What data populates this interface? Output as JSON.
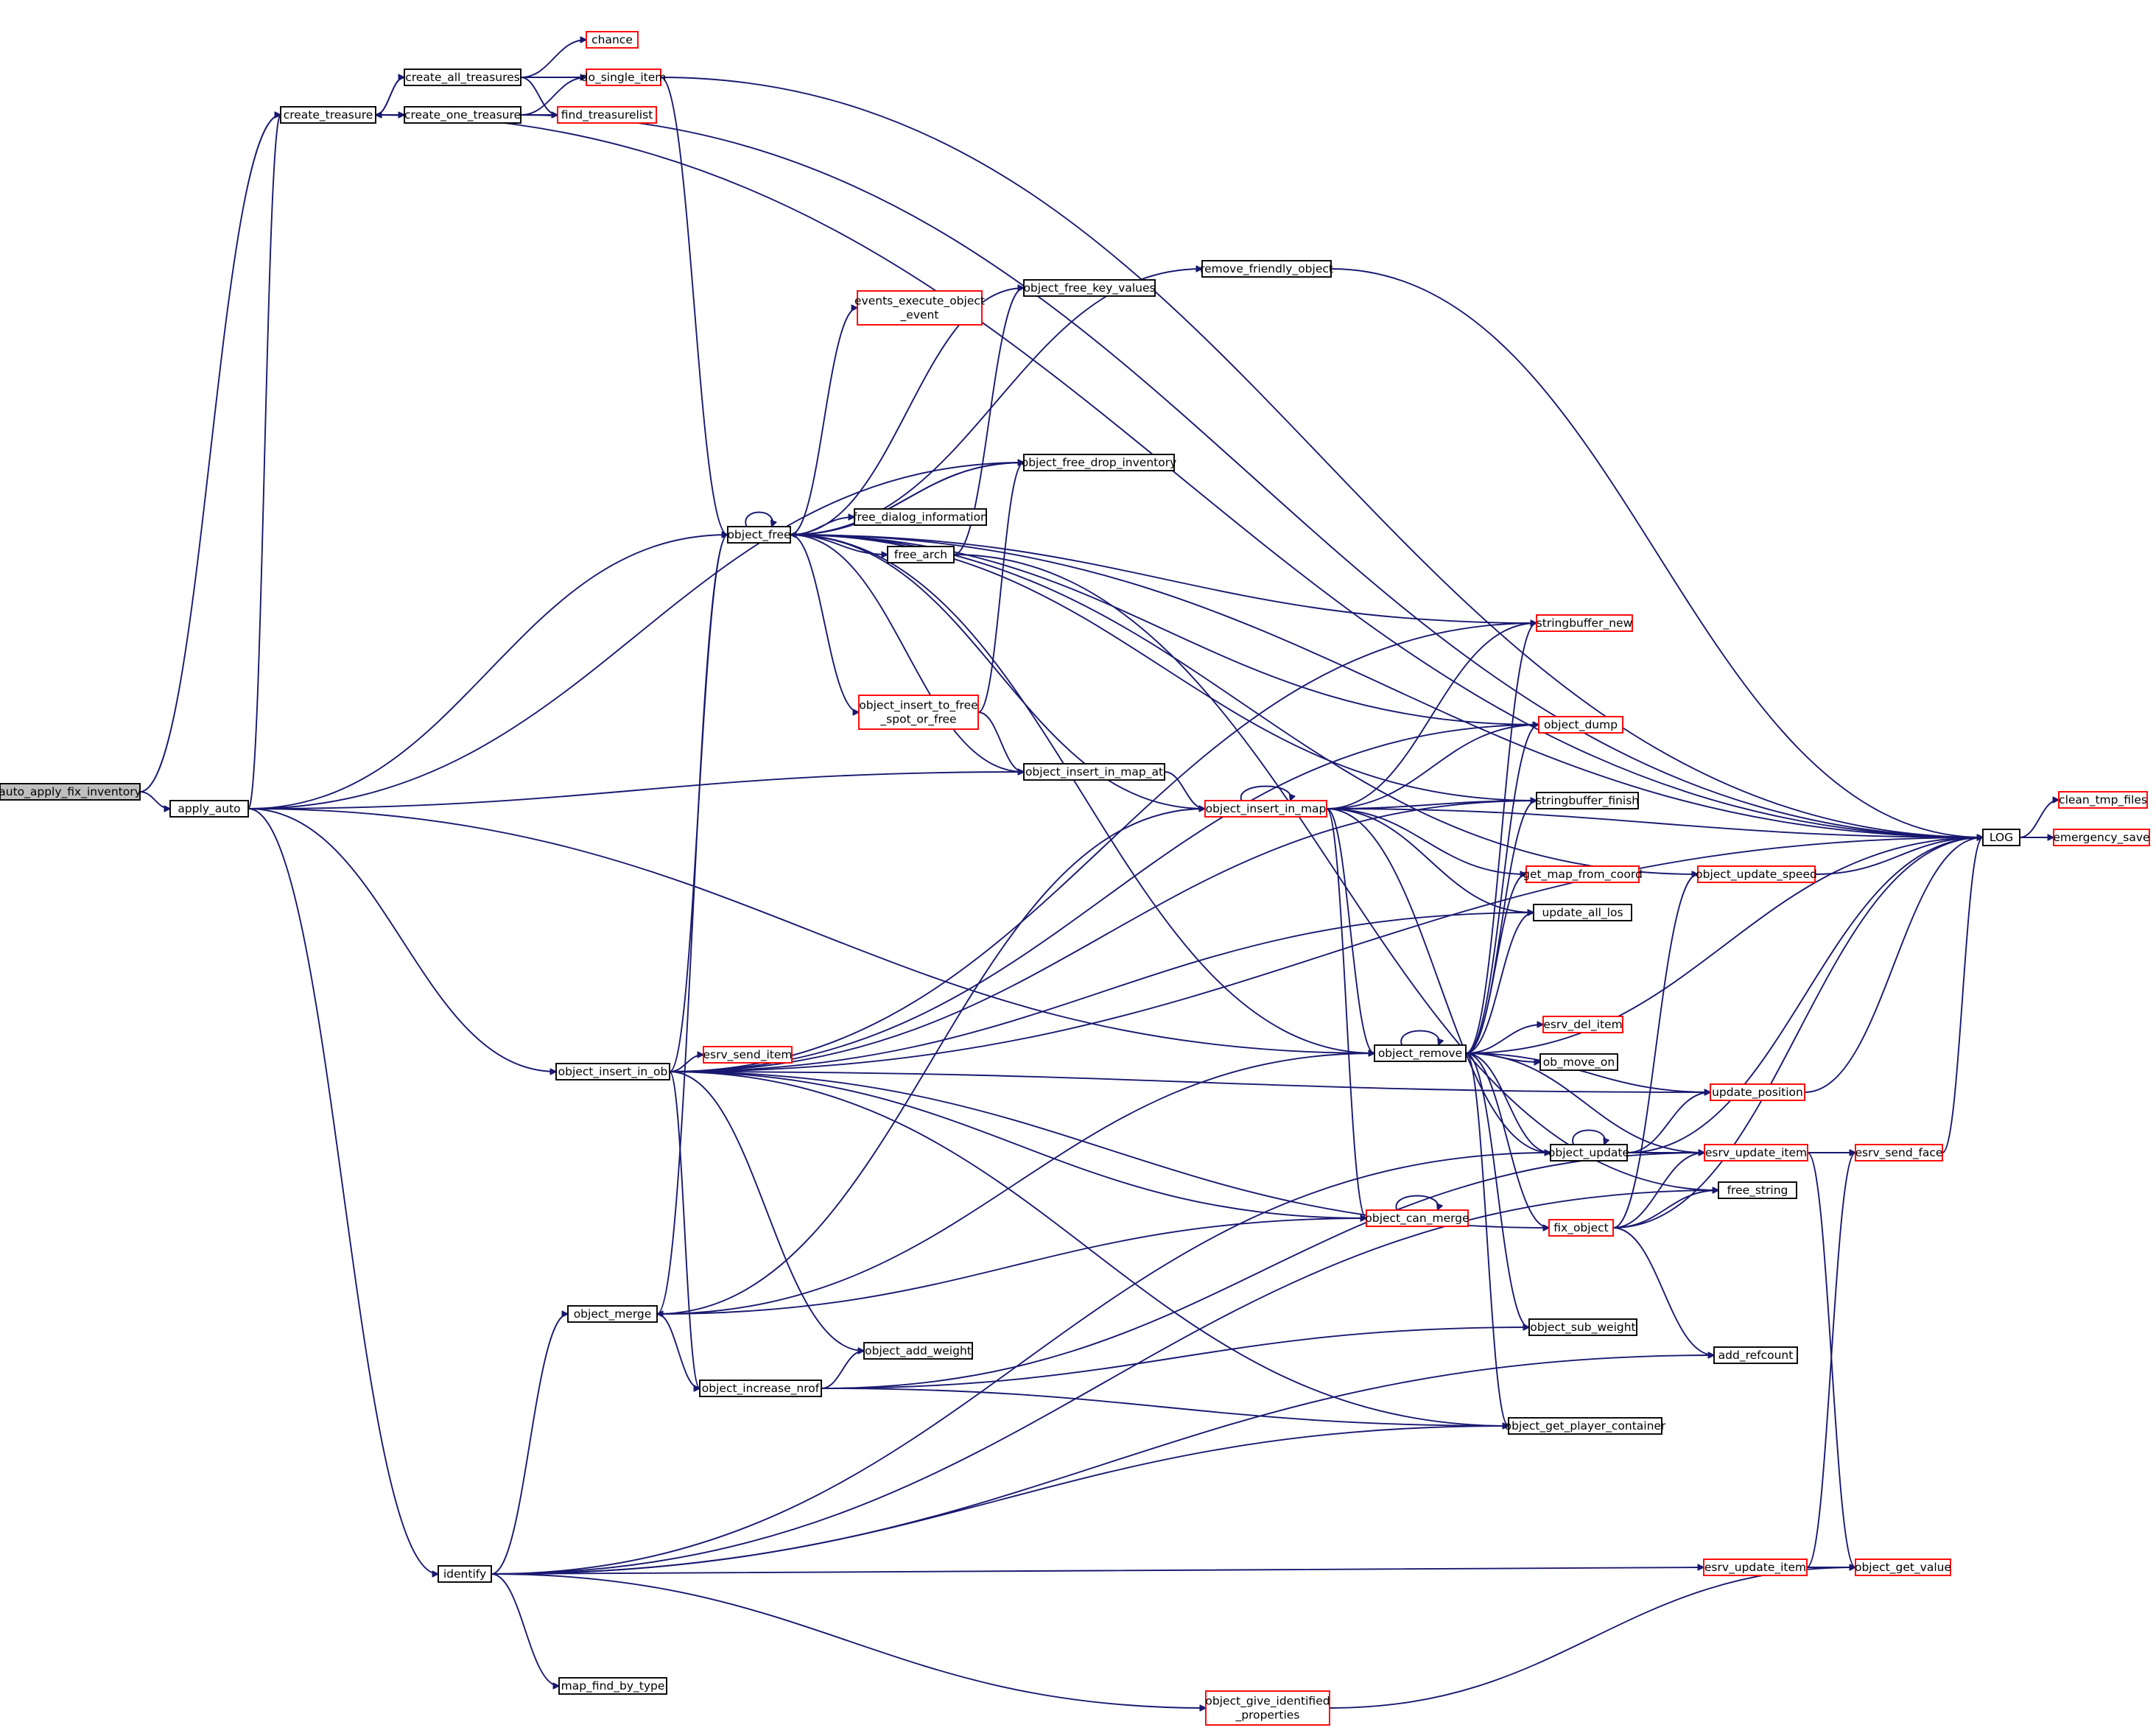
{
  "colors": {
    "edge": "#191970",
    "node_default_border": "#000000",
    "node_missing_border": "#ff0000",
    "root_fill": "#bfbfbf",
    "node_fill": "#ffffff"
  },
  "nodes": [
    {
      "id": "auto_apply_fix_inventory",
      "lines": [
        "auto_apply_fix_inventory"
      ],
      "style": "root"
    },
    {
      "id": "apply_auto",
      "lines": [
        "apply_auto"
      ],
      "style": "black"
    },
    {
      "id": "create_treasure",
      "lines": [
        "create_treasure"
      ],
      "style": "black"
    },
    {
      "id": "create_all_treasures",
      "lines": [
        "create_all_treasures"
      ],
      "style": "black"
    },
    {
      "id": "create_one_treasure",
      "lines": [
        "create_one_treasure"
      ],
      "style": "black"
    },
    {
      "id": "chance",
      "lines": [
        "chance"
      ],
      "style": "red"
    },
    {
      "id": "do_single_item",
      "lines": [
        "do_single_item"
      ],
      "style": "red"
    },
    {
      "id": "find_treasurelist",
      "lines": [
        "find_treasurelist"
      ],
      "style": "red"
    },
    {
      "id": "remove_friendly_object",
      "lines": [
        "remove_friendly_object"
      ],
      "style": "black"
    },
    {
      "id": "object_free_key_values",
      "lines": [
        "object_free_key_values"
      ],
      "style": "black"
    },
    {
      "id": "events_execute_object_event",
      "lines": [
        "events_execute_object",
        "_event"
      ],
      "style": "red"
    },
    {
      "id": "object_free_drop_inventory",
      "lines": [
        "object_free_drop_inventory"
      ],
      "style": "black"
    },
    {
      "id": "object_free",
      "lines": [
        "object_free"
      ],
      "style": "black"
    },
    {
      "id": "free_dialog_information",
      "lines": [
        "free_dialog_information"
      ],
      "style": "black"
    },
    {
      "id": "free_arch",
      "lines": [
        "free_arch"
      ],
      "style": "black"
    },
    {
      "id": "stringbuffer_new",
      "lines": [
        "stringbuffer_new"
      ],
      "style": "red"
    },
    {
      "id": "object_insert_to_free_spot_or_free",
      "lines": [
        "object_insert_to_free",
        "_spot_or_free"
      ],
      "style": "red"
    },
    {
      "id": "object_dump",
      "lines": [
        "object_dump"
      ],
      "style": "red"
    },
    {
      "id": "object_insert_in_map_at",
      "lines": [
        "object_insert_in_map_at"
      ],
      "style": "black"
    },
    {
      "id": "object_insert_in_map",
      "lines": [
        "object_insert_in_map"
      ],
      "style": "red"
    },
    {
      "id": "stringbuffer_finish",
      "lines": [
        "stringbuffer_finish"
      ],
      "style": "black"
    },
    {
      "id": "LOG",
      "lines": [
        "LOG"
      ],
      "style": "black"
    },
    {
      "id": "clean_tmp_files",
      "lines": [
        "clean_tmp_files"
      ],
      "style": "red"
    },
    {
      "id": "emergency_save",
      "lines": [
        "emergency_save"
      ],
      "style": "red"
    },
    {
      "id": "get_map_from_coord",
      "lines": [
        "get_map_from_coord"
      ],
      "style": "red"
    },
    {
      "id": "object_update_speed",
      "lines": [
        "object_update_speed"
      ],
      "style": "red"
    },
    {
      "id": "update_all_los",
      "lines": [
        "update_all_los"
      ],
      "style": "black"
    },
    {
      "id": "esrv_del_item",
      "lines": [
        "esrv_del_item"
      ],
      "style": "red"
    },
    {
      "id": "esrv_send_item",
      "lines": [
        "esrv_send_item"
      ],
      "style": "red"
    },
    {
      "id": "object_remove",
      "lines": [
        "object_remove"
      ],
      "style": "black"
    },
    {
      "id": "ob_move_on",
      "lines": [
        "ob_move_on"
      ],
      "style": "black"
    },
    {
      "id": "object_insert_in_ob",
      "lines": [
        "object_insert_in_ob"
      ],
      "style": "black"
    },
    {
      "id": "update_position",
      "lines": [
        "update_position"
      ],
      "style": "red"
    },
    {
      "id": "object_update",
      "lines": [
        "object_update"
      ],
      "style": "black"
    },
    {
      "id": "esrv_update_item",
      "lines": [
        "esrv_update_item"
      ],
      "style": "red"
    },
    {
      "id": "esrv_send_face",
      "lines": [
        "esrv_send_face"
      ],
      "style": "red"
    },
    {
      "id": "free_string",
      "lines": [
        "free_string"
      ],
      "style": "black"
    },
    {
      "id": "object_can_merge",
      "lines": [
        "object_can_merge"
      ],
      "style": "red"
    },
    {
      "id": "fix_object",
      "lines": [
        "fix_object"
      ],
      "style": "red"
    },
    {
      "id": "object_merge",
      "lines": [
        "object_merge"
      ],
      "style": "black"
    },
    {
      "id": "object_sub_weight",
      "lines": [
        "object_sub_weight"
      ],
      "style": "black"
    },
    {
      "id": "object_add_weight",
      "lines": [
        "object_add_weight"
      ],
      "style": "black"
    },
    {
      "id": "add_refcount",
      "lines": [
        "add_refcount"
      ],
      "style": "black"
    },
    {
      "id": "object_increase_nrof",
      "lines": [
        "object_increase_nrof"
      ],
      "style": "black"
    },
    {
      "id": "object_get_player_container",
      "lines": [
        "object_get_player_container"
      ],
      "style": "black"
    },
    {
      "id": "identify",
      "lines": [
        "identify"
      ],
      "style": "black"
    },
    {
      "id": "esrv_update_item_2",
      "lines": [
        "esrv_update_item"
      ],
      "style": "red"
    },
    {
      "id": "object_get_value",
      "lines": [
        "object_get_value"
      ],
      "style": "red"
    },
    {
      "id": "map_find_by_type",
      "lines": [
        "map_find_by_type"
      ],
      "style": "black"
    },
    {
      "id": "object_give_identified_properties",
      "lines": [
        "object_give_identified",
        "_properties"
      ],
      "style": "red"
    }
  ],
  "edges": [
    [
      "auto_apply_fix_inventory",
      "apply_auto"
    ],
    [
      "auto_apply_fix_inventory",
      "create_treasure"
    ],
    [
      "apply_auto",
      "create_treasure"
    ],
    [
      "apply_auto",
      "object_free_drop_inventory"
    ],
    [
      "apply_auto",
      "object_free"
    ],
    [
      "apply_auto",
      "object_insert_in_map_at"
    ],
    [
      "apply_auto",
      "object_remove"
    ],
    [
      "apply_auto",
      "object_insert_in_ob"
    ],
    [
      "apply_auto",
      "identify"
    ],
    [
      "create_treasure",
      "create_all_treasures"
    ],
    [
      "create_treasure",
      "create_one_treasure"
    ],
    [
      "create_treasure",
      "LOG"
    ],
    [
      "create_all_treasures",
      "create_treasure"
    ],
    [
      "create_all_treasures",
      "chance"
    ],
    [
      "create_all_treasures",
      "do_single_item"
    ],
    [
      "create_all_treasures",
      "find_treasurelist"
    ],
    [
      "create_one_treasure",
      "create_treasure"
    ],
    [
      "create_one_treasure",
      "do_single_item"
    ],
    [
      "create_one_treasure",
      "find_treasurelist"
    ],
    [
      "create_one_treasure",
      "LOG"
    ],
    [
      "do_single_item",
      "object_free"
    ],
    [
      "do_single_item",
      "LOG"
    ],
    [
      "object_free",
      "object_free"
    ],
    [
      "object_free",
      "remove_friendly_object"
    ],
    [
      "object_free",
      "object_free_key_values"
    ],
    [
      "object_free",
      "events_execute_object_event"
    ],
    [
      "object_free",
      "object_free_drop_inventory"
    ],
    [
      "object_free",
      "free_dialog_information"
    ],
    [
      "object_free",
      "free_arch"
    ],
    [
      "object_free",
      "LOG"
    ],
    [
      "object_free",
      "object_update_speed"
    ],
    [
      "object_free",
      "stringbuffer_new"
    ],
    [
      "object_free",
      "object_dump"
    ],
    [
      "object_free",
      "stringbuffer_finish"
    ],
    [
      "object_free",
      "object_insert_to_free_spot_or_free"
    ],
    [
      "object_free",
      "object_insert_in_map_at"
    ],
    [
      "object_free",
      "object_remove"
    ],
    [
      "remove_friendly_object",
      "LOG"
    ],
    [
      "free_arch",
      "object_free_key_values"
    ],
    [
      "free_arch",
      "free_string"
    ],
    [
      "object_free_drop_inventory",
      "object_free"
    ],
    [
      "object_insert_to_free_spot_or_free",
      "object_free_drop_inventory"
    ],
    [
      "object_insert_to_free_spot_or_free",
      "object_insert_in_map_at"
    ],
    [
      "object_insert_in_map_at",
      "object_insert_in_map"
    ],
    [
      "object_insert_in_map",
      "object_insert_in_map"
    ],
    [
      "object_insert_in_map",
      "object_free"
    ],
    [
      "object_insert_in_map",
      "stringbuffer_new"
    ],
    [
      "object_insert_in_map",
      "object_dump"
    ],
    [
      "object_insert_in_map",
      "stringbuffer_finish"
    ],
    [
      "object_insert_in_map",
      "LOG"
    ],
    [
      "object_insert_in_map",
      "get_map_from_coord"
    ],
    [
      "object_insert_in_map",
      "update_all_los"
    ],
    [
      "object_insert_in_map",
      "object_remove"
    ],
    [
      "object_insert_in_map",
      "object_update"
    ],
    [
      "object_insert_in_map",
      "object_can_merge"
    ],
    [
      "object_insert_in_map",
      "object_merge"
    ],
    [
      "object_remove",
      "object_remove"
    ],
    [
      "object_remove",
      "stringbuffer_new"
    ],
    [
      "object_remove",
      "object_dump"
    ],
    [
      "object_remove",
      "stringbuffer_finish"
    ],
    [
      "object_remove",
      "get_map_from_coord"
    ],
    [
      "object_remove",
      "update_all_los"
    ],
    [
      "object_remove",
      "LOG"
    ],
    [
      "object_remove",
      "esrv_del_item"
    ],
    [
      "object_remove",
      "ob_move_on"
    ],
    [
      "object_remove",
      "update_position"
    ],
    [
      "object_remove",
      "object_update"
    ],
    [
      "object_remove",
      "esrv_update_item"
    ],
    [
      "object_remove",
      "fix_object"
    ],
    [
      "object_remove",
      "object_sub_weight"
    ],
    [
      "object_remove",
      "object_get_player_container"
    ],
    [
      "object_update_speed",
      "LOG"
    ],
    [
      "object_insert_in_ob",
      "object_free"
    ],
    [
      "object_insert_in_ob",
      "stringbuffer_new"
    ],
    [
      "object_insert_in_ob",
      "object_dump"
    ],
    [
      "object_insert_in_ob",
      "stringbuffer_finish"
    ],
    [
      "object_insert_in_ob",
      "LOG"
    ],
    [
      "object_insert_in_ob",
      "update_all_los"
    ],
    [
      "object_insert_in_ob",
      "esrv_send_item"
    ],
    [
      "object_insert_in_ob",
      "update_position"
    ],
    [
      "object_insert_in_ob",
      "object_can_merge"
    ],
    [
      "object_insert_in_ob",
      "fix_object"
    ],
    [
      "object_insert_in_ob",
      "object_add_weight"
    ],
    [
      "object_insert_in_ob",
      "object_increase_nrof"
    ],
    [
      "object_insert_in_ob",
      "object_get_player_container"
    ],
    [
      "object_update",
      "object_update"
    ],
    [
      "object_update",
      "update_position"
    ],
    [
      "object_update",
      "esrv_update_item"
    ],
    [
      "object_update",
      "LOG"
    ],
    [
      "update_position",
      "LOG"
    ],
    [
      "esrv_update_item",
      "esrv_send_face"
    ],
    [
      "esrv_update_item",
      "object_get_value"
    ],
    [
      "esrv_send_face",
      "LOG"
    ],
    [
      "fix_object",
      "object_update_speed"
    ],
    [
      "fix_object",
      "free_string"
    ],
    [
      "fix_object",
      "add_refcount"
    ],
    [
      "fix_object",
      "LOG"
    ],
    [
      "fix_object",
      "esrv_update_item"
    ],
    [
      "object_can_merge",
      "object_can_merge"
    ],
    [
      "object_merge",
      "object_free"
    ],
    [
      "object_merge",
      "object_remove"
    ],
    [
      "object_merge",
      "object_can_merge"
    ],
    [
      "object_merge",
      "object_increase_nrof"
    ],
    [
      "object_increase_nrof",
      "object_add_weight"
    ],
    [
      "object_increase_nrof",
      "object_sub_weight"
    ],
    [
      "object_increase_nrof",
      "object_get_player_container"
    ],
    [
      "object_increase_nrof",
      "esrv_update_item"
    ],
    [
      "identify",
      "object_merge"
    ],
    [
      "identify",
      "object_update"
    ],
    [
      "identify",
      "object_get_player_container"
    ],
    [
      "identify",
      "free_string"
    ],
    [
      "identify",
      "add_refcount"
    ],
    [
      "identify",
      "esrv_update_item_2"
    ],
    [
      "identify",
      "map_find_by_type"
    ],
    [
      "identify",
      "object_give_identified_properties"
    ],
    [
      "esrv_update_item_2",
      "esrv_send_face"
    ],
    [
      "esrv_update_item_2",
      "object_get_value"
    ],
    [
      "object_give_identified_properties",
      "object_get_value"
    ],
    [
      "LOG",
      "clean_tmp_files"
    ],
    [
      "LOG",
      "emergency_save"
    ]
  ]
}
